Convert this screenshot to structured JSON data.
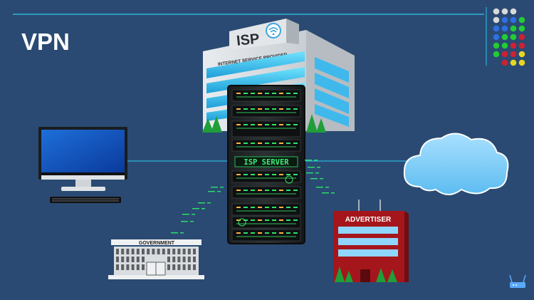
{
  "slide": {
    "title": "VPN",
    "background": "#2a4a73",
    "line_color": "#2bb3d9"
  },
  "isp_building": {
    "sign": "ISP",
    "subtitle": "INTERNET SERVICE PROVIDER",
    "logo_icon": "wifi-globe-icon"
  },
  "server": {
    "label": "ISP SERVER"
  },
  "government": {
    "label": "GOVERNMENT"
  },
  "advertiser": {
    "label": "ADVERTISER"
  },
  "computer": {
    "icon": "desktop-computer-icon"
  },
  "cloud": {
    "icon": "internet-cloud-icon"
  },
  "router": {
    "icon": "router-icon"
  },
  "dot_grid": {
    "rows": [
      [
        "#d9d9d9",
        "#d9d9d9",
        "#d9d9d9"
      ],
      [
        "#d9d9d9",
        "#2f6fe0",
        "#2f6fe0",
        "#22cc33"
      ],
      [
        "#2f6fe0",
        "#2f6fe0",
        "#22cc33",
        "#22cc33"
      ],
      [
        "#2f6fe0",
        "#22cc33",
        "#22cc33",
        "#cc2233"
      ],
      [
        "#22cc33",
        "#22cc33",
        "#cc2233",
        "#cc2233"
      ],
      [
        "#22cc33",
        "#cc2233",
        "#cc2233",
        "#e6d622"
      ],
      [
        "#cc2233",
        "#e6d622",
        "#e6d622"
      ]
    ]
  }
}
